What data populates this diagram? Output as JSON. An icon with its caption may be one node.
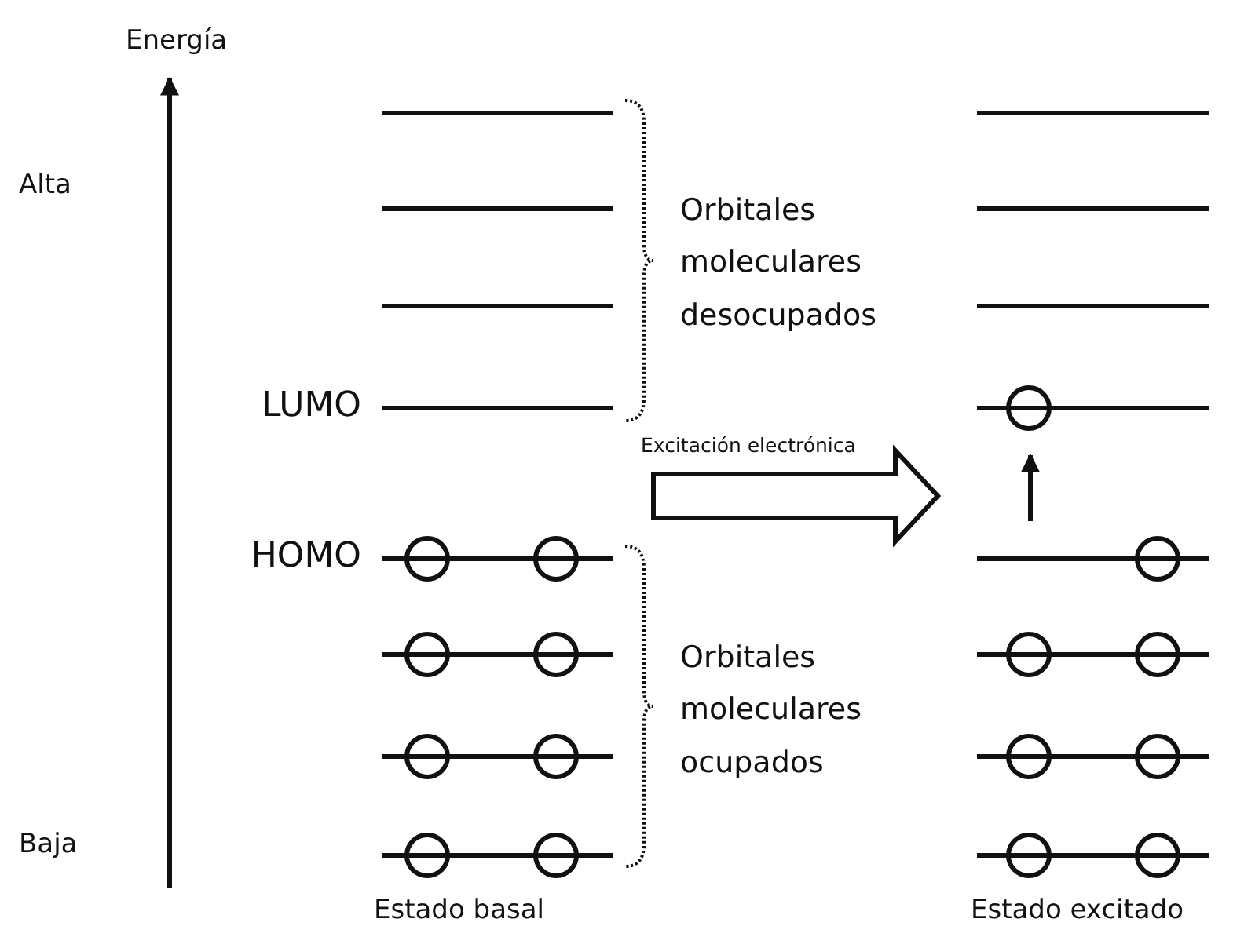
{
  "diagram": {
    "labels": [
      "Energía",
      "Alta",
      "Orbitales moleculares desocupados",
      "LUMO",
      "Excitación electrónica",
      "HOMO",
      "Orbitales moleculares ocupados",
      "Baja",
      "Estado basal",
      "Estado excitado"
    ]
  }
}
